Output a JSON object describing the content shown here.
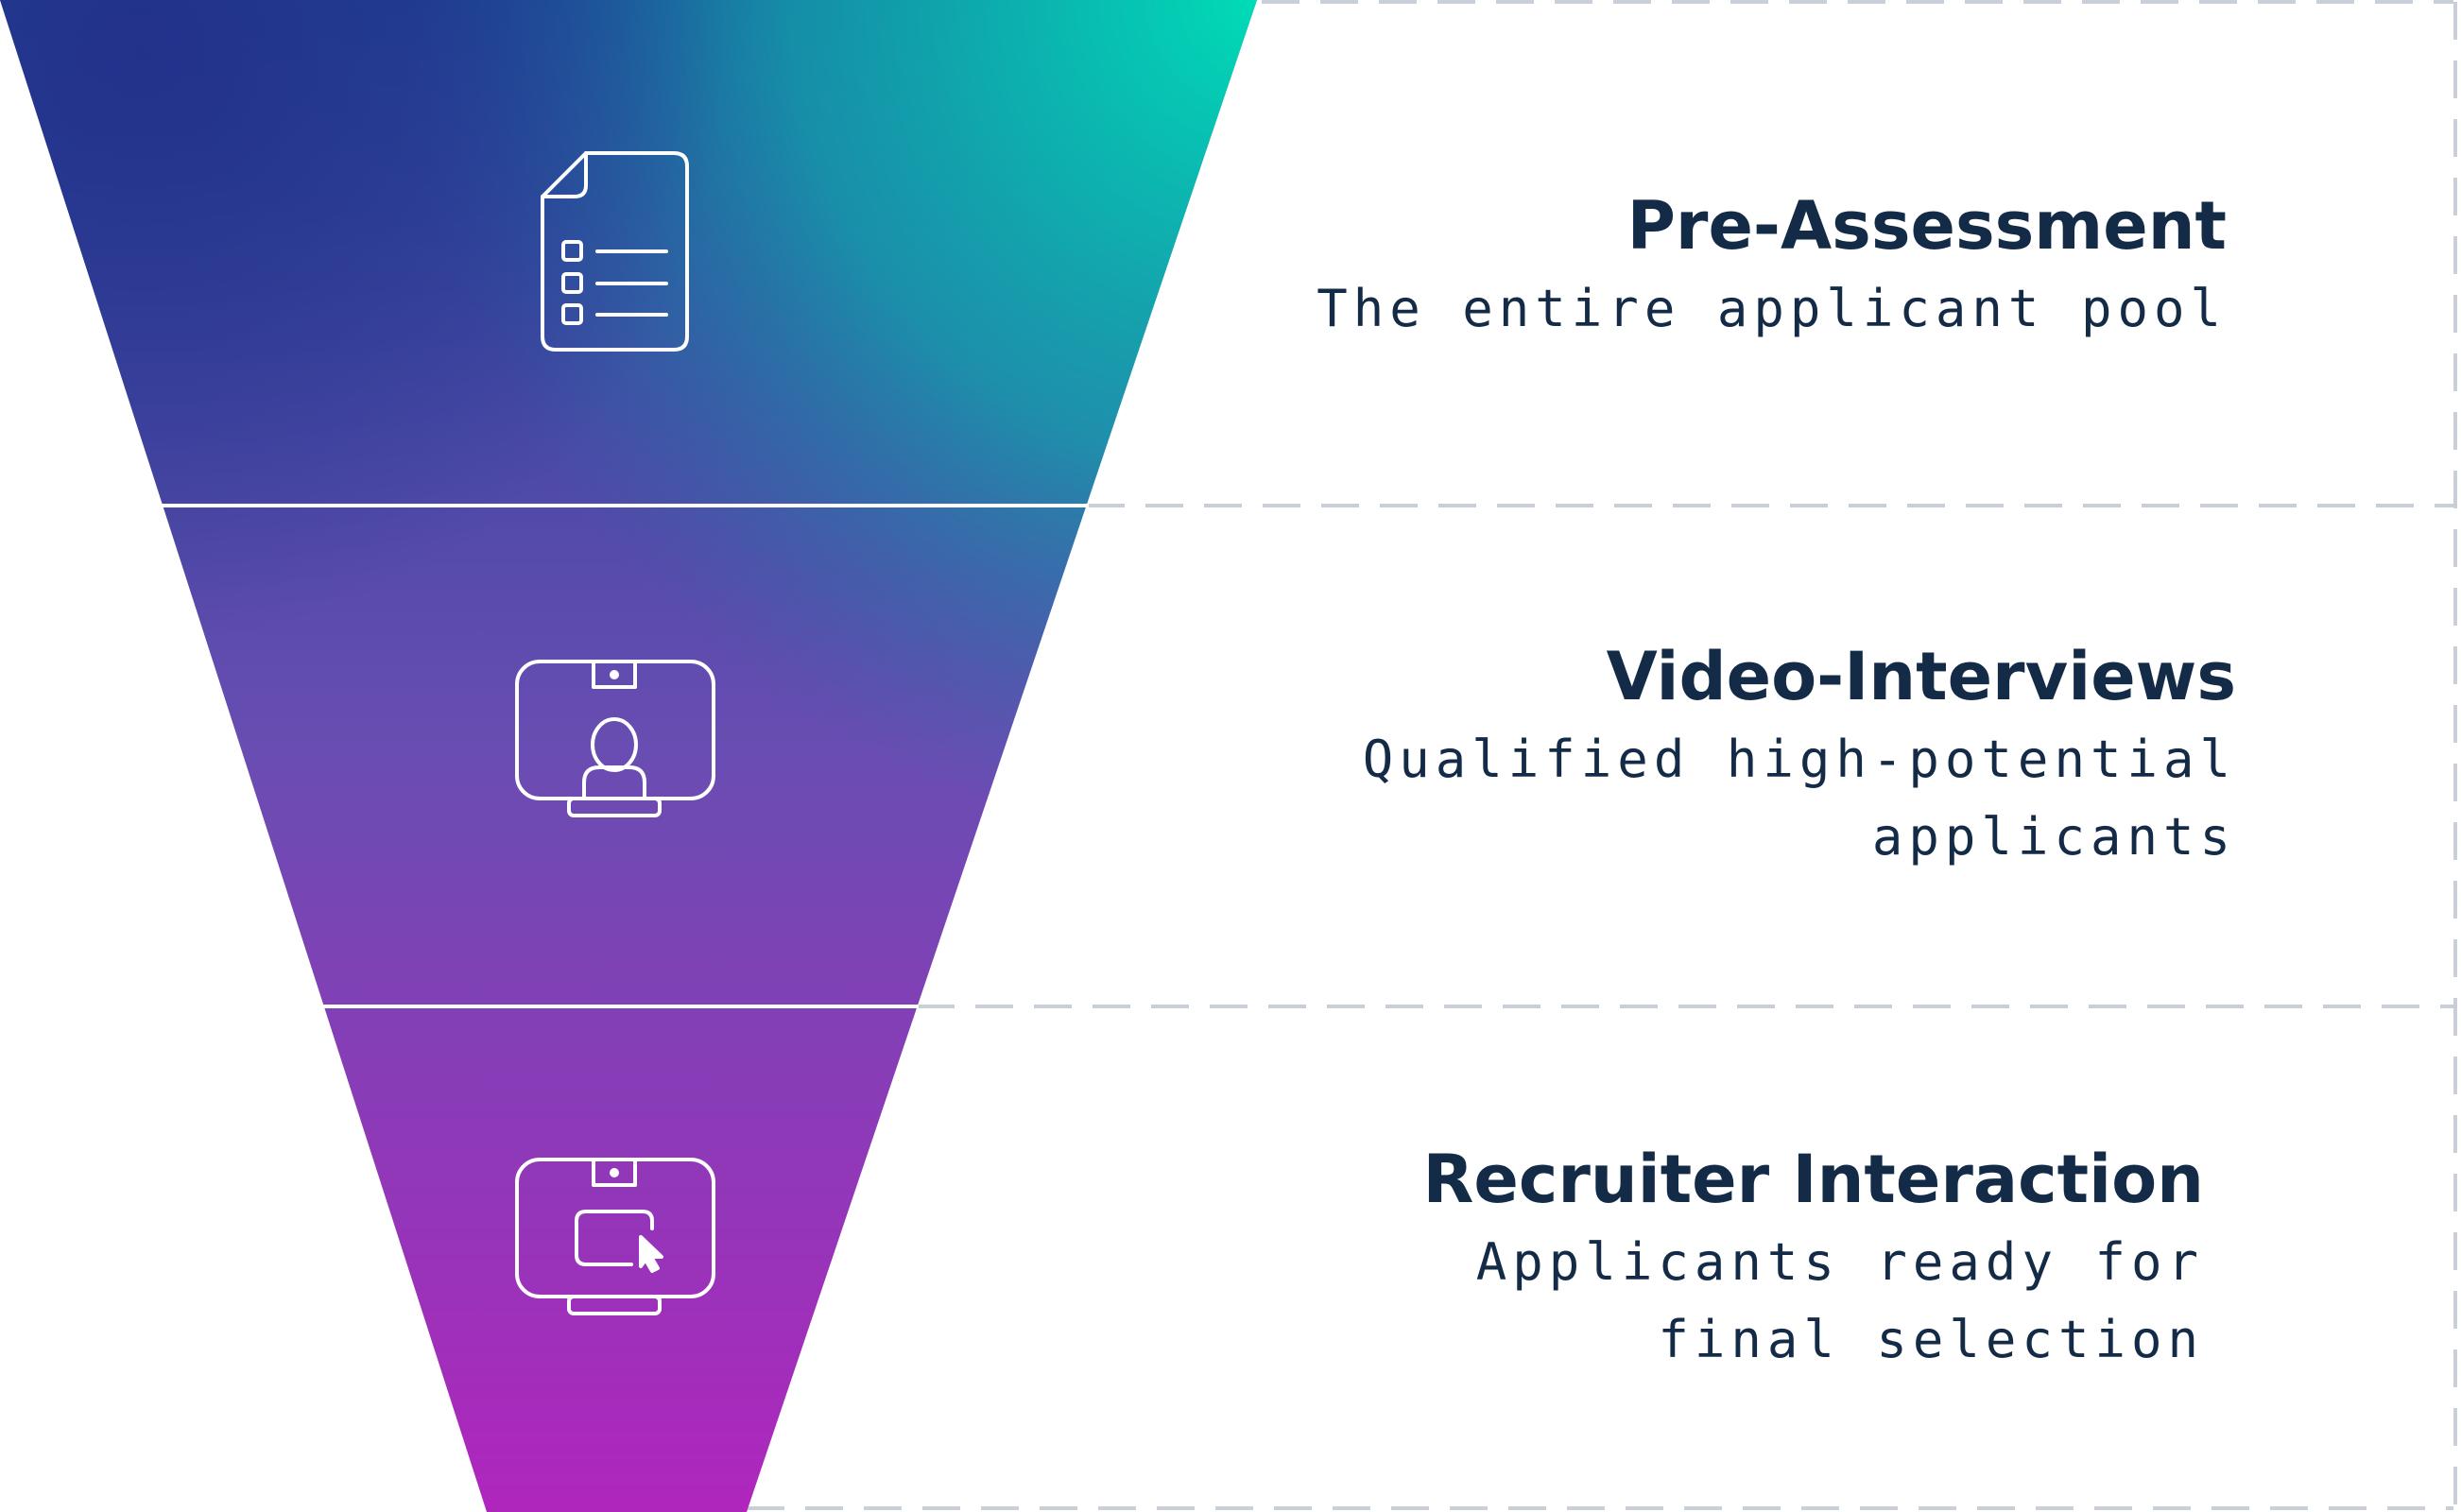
{
  "funnel": {
    "gradient_colors": [
      "#22338f",
      "#1a8aa8",
      "#00d8b6",
      "#6a4fb5",
      "#b024bb"
    ],
    "stages": [
      {
        "icon": "checklist-document-icon",
        "title": "Pre-Assessment",
        "subtitle_lines": [
          "The entire applicant pool"
        ]
      },
      {
        "icon": "video-call-person-icon",
        "title": "Video-Interviews",
        "subtitle_lines": [
          "Qualified high-potential",
          "applicants"
        ]
      },
      {
        "icon": "monitor-chat-cursor-icon",
        "title": "Recruiter Interaction",
        "subtitle_lines": [
          "Applicants ready for",
          "final selection"
        ]
      }
    ]
  },
  "colors": {
    "text": "#142b47",
    "dashed_border": "#c8cfd8",
    "divider": "#ffffff"
  }
}
